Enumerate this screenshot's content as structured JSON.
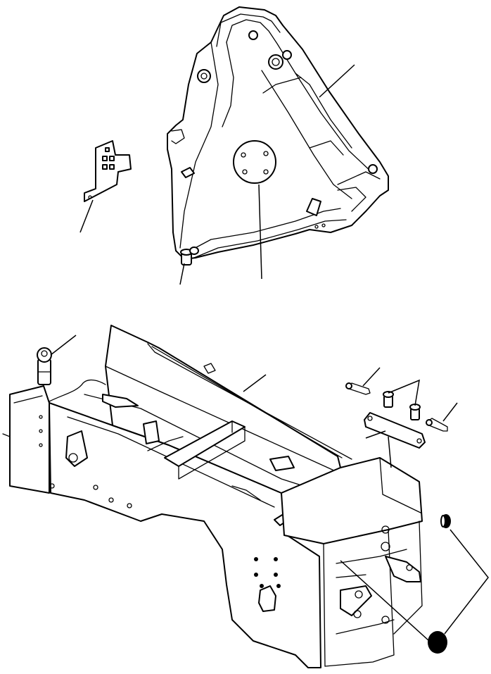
{
  "diagram": {
    "style": "exploded-parts-line-drawing",
    "colors": {
      "ink": "#000000",
      "paper": "#ffffff"
    },
    "parts": [
      "upper-frame-casting",
      "mounting-plate",
      "frame-pin",
      "cover-plate",
      "main-chassis-frame",
      "lock-pin",
      "link-plate",
      "bolt-pair",
      "cotter-pin-left",
      "cotter-pin-right",
      "grease-plug",
      "rubber-stop"
    ]
  }
}
